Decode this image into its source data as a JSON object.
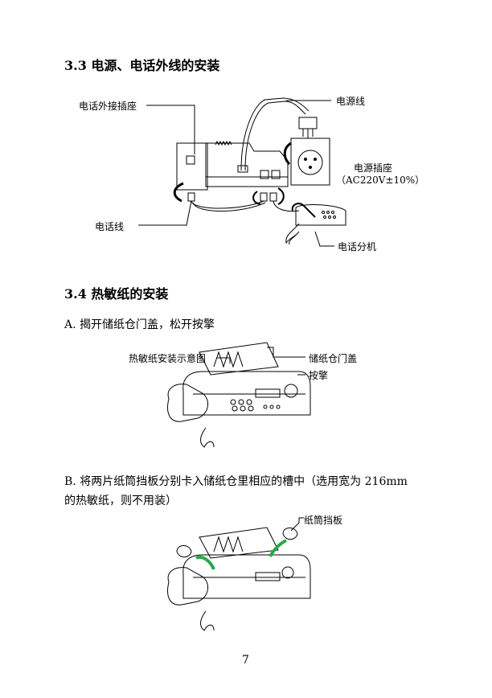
{
  "sections": {
    "s33": {
      "title": "3.3  电源、电话外线的安装"
    },
    "s34": {
      "title": "3.4  热敏纸的安装"
    }
  },
  "fig1": {
    "label_jack": "电话外接插座",
    "label_power_cord": "电源线",
    "label_socket": "电源插座",
    "label_socket_spec": "（AC220V±10%）",
    "label_phone_line": "电话线",
    "label_handset": "电话分机"
  },
  "stepA": {
    "text": "A.  揭开储纸仓门盖，松开按擎",
    "label_diagram": "热敏纸安装示意图",
    "label_cover": "储纸仓门盖",
    "label_button": "按擎"
  },
  "stepB": {
    "text_line1": "B.  将两片纸筒挡板分别卡入储纸仓里相应的槽中（选用宽为 216mm",
    "text_line2": "的热敏纸，则不用装）",
    "label_stopper": "纸筒挡板"
  },
  "page_number": "7"
}
